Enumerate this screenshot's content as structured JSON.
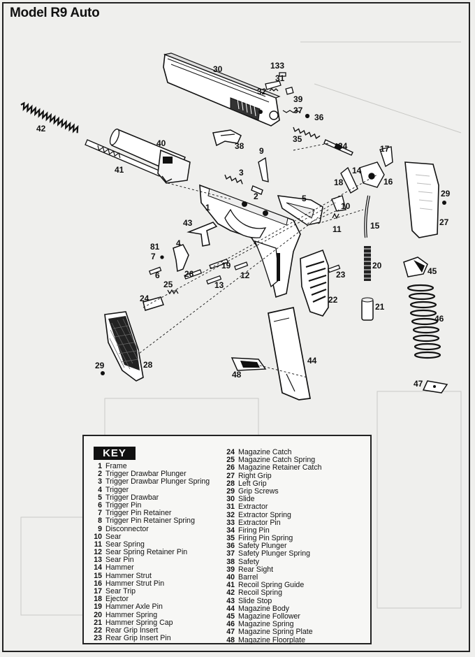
{
  "title": "Model R9 Auto",
  "key": {
    "header": "KEY",
    "items": [
      {
        "num": "1",
        "label": "Frame"
      },
      {
        "num": "2",
        "label": "Trigger Drawbar Plunger"
      },
      {
        "num": "3",
        "label": "Trigger Drawbar Plunger Spring"
      },
      {
        "num": "4",
        "label": "Trigger"
      },
      {
        "num": "5",
        "label": "Trigger Drawbar"
      },
      {
        "num": "6",
        "label": "Trigger Pin"
      },
      {
        "num": "7",
        "label": "Trigger Pin Retainer"
      },
      {
        "num": "8",
        "label": "Trigger Pin Retainer Spring"
      },
      {
        "num": "9",
        "label": "Disconnector"
      },
      {
        "num": "10",
        "label": "Sear"
      },
      {
        "num": "11",
        "label": "Sear Spring"
      },
      {
        "num": "12",
        "label": "Sear Spring Retainer Pin"
      },
      {
        "num": "13",
        "label": "Sear Pin"
      },
      {
        "num": "14",
        "label": "Hammer"
      },
      {
        "num": "15",
        "label": "Hammer Strut"
      },
      {
        "num": "16",
        "label": "Hammer Strut Pin"
      },
      {
        "num": "17",
        "label": "Sear Trip"
      },
      {
        "num": "18",
        "label": "Ejector"
      },
      {
        "num": "19",
        "label": "Hammer Axle Pin"
      },
      {
        "num": "20",
        "label": "Hammer Spring"
      },
      {
        "num": "21",
        "label": "Hammer Spring Cap"
      },
      {
        "num": "22",
        "label": "Rear Grip Insert"
      },
      {
        "num": "23",
        "label": "Rear Grip Insert Pin"
      },
      {
        "num": "24",
        "label": "Magazine Catch"
      },
      {
        "num": "25",
        "label": "Magazine Catch Spring"
      },
      {
        "num": "26",
        "label": "Magazine Retainer Catch"
      },
      {
        "num": "27",
        "label": "Right Grip"
      },
      {
        "num": "28",
        "label": "Left Grip"
      },
      {
        "num": "29",
        "label": "Grip Screws"
      },
      {
        "num": "30",
        "label": "Slide"
      },
      {
        "num": "31",
        "label": "Extractor"
      },
      {
        "num": "32",
        "label": "Extractor Spring"
      },
      {
        "num": "33",
        "label": "Extractor Pin"
      },
      {
        "num": "34",
        "label": "Firing Pin"
      },
      {
        "num": "35",
        "label": "Firing Pin Spring"
      },
      {
        "num": "36",
        "label": "Safety Plunger"
      },
      {
        "num": "37",
        "label": "Safety Plunger Spring"
      },
      {
        "num": "38",
        "label": "Safety"
      },
      {
        "num": "39",
        "label": "Rear Sight"
      },
      {
        "num": "40",
        "label": "Barrel"
      },
      {
        "num": "41",
        "label": "Recoil Spring Guide"
      },
      {
        "num": "42",
        "label": "Recoil Spring"
      },
      {
        "num": "43",
        "label": "Slide Stop"
      },
      {
        "num": "44",
        "label": "Magazine Body"
      },
      {
        "num": "45",
        "label": "Magazine Follower"
      },
      {
        "num": "46",
        "label": "Magazine Spring"
      },
      {
        "num": "47",
        "label": "Magazine Spring Plate"
      },
      {
        "num": "48",
        "label": "Magazine Floorplate"
      }
    ]
  },
  "callouts": [
    "133",
    "30",
    "31",
    "32",
    "39",
    "37",
    "36",
    "42",
    "35",
    "34",
    "40",
    "38",
    "9",
    "17",
    "41",
    "3",
    "14",
    "18",
    "16",
    "10",
    "2",
    "5",
    "29",
    "1",
    "27",
    "43",
    "11",
    "15",
    "81",
    "4",
    "7",
    "20",
    "45",
    "6",
    "19",
    "26",
    "12",
    "23",
    "24",
    "25",
    "13",
    "22",
    "21",
    "46",
    "28",
    "29",
    "44",
    "48",
    "47"
  ]
}
